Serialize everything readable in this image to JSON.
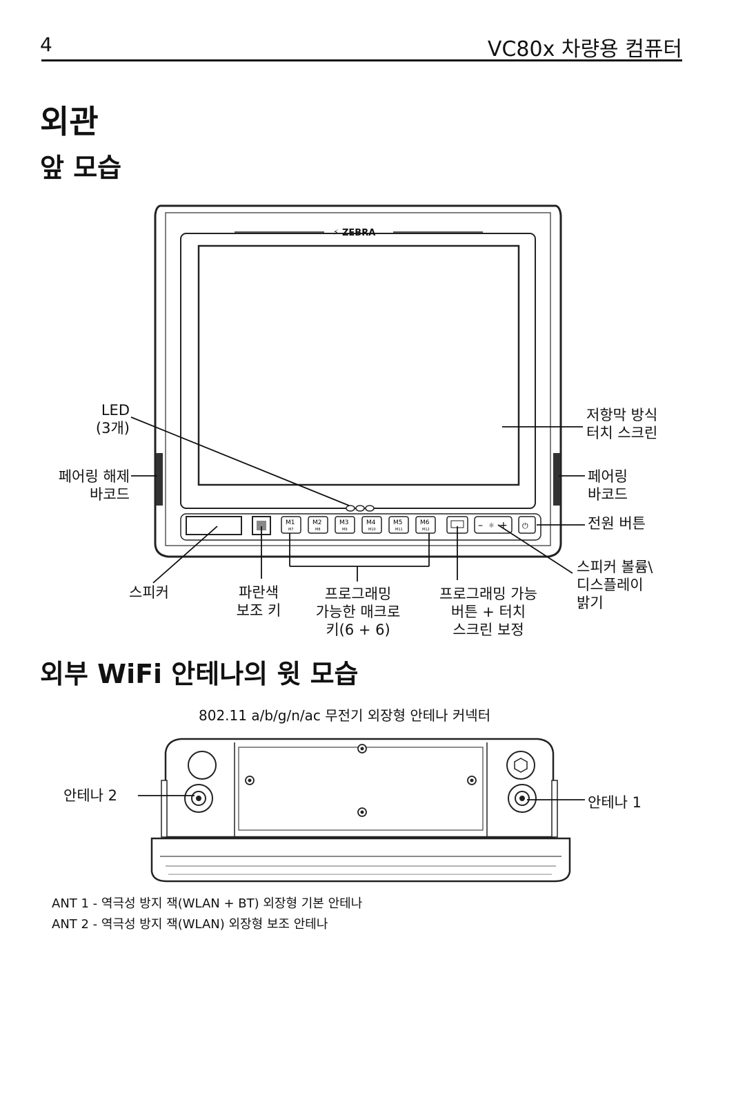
{
  "header": {
    "page_number": "4",
    "title": "VC80x 차량용 컴퓨터"
  },
  "headings": {
    "main": "외관",
    "front_view": "앞 모습",
    "wifi_top_view": "외부 WiFi 안테나의 윗 모습"
  },
  "device": {
    "brand": "ZEBRA",
    "macro_keys": [
      {
        "label": "M1",
        "sub": "M7"
      },
      {
        "label": "M2",
        "sub": "M8"
      },
      {
        "label": "M3",
        "sub": "M9"
      },
      {
        "label": "M4",
        "sub": "M10"
      },
      {
        "label": "M5",
        "sub": "M11"
      },
      {
        "label": "M6",
        "sub": "M12"
      }
    ]
  },
  "front_labels": {
    "led": [
      "LED",
      "(3개)"
    ],
    "unpair_barcode": [
      "페어링 해제",
      "바코드"
    ],
    "resistive_screen": [
      "저항막 방식",
      "터치 스크린"
    ],
    "pair_barcode": [
      "페어링",
      "바코드"
    ],
    "power_button": "전원 버튼",
    "speaker_volume": [
      "스피커 볼륨\\",
      "디스플레이",
      "밝기"
    ],
    "speaker": "스피커",
    "blue_key": [
      "파란색",
      "보조 키"
    ],
    "macro_keys": [
      "프로그래밍",
      "가능한 매크로",
      "키(6 + 6)"
    ],
    "prog_button": [
      "프로그래밍 가능",
      "버튼 + 터치",
      "스크린 보정"
    ]
  },
  "antenna": {
    "caption": "802.11 a/b/g/n/ac 무전기 외장형 안테나 커넥터",
    "ant2_label": "안테나 2",
    "ant1_label": "안테나 1",
    "notes": [
      "ANT 1 - 역극성 방지 잭(WLAN + BT) 외장형 기본 안테나",
      "ANT 2 - 역극성 방지 잭(WLAN) 외장형 보조 안테나"
    ]
  }
}
